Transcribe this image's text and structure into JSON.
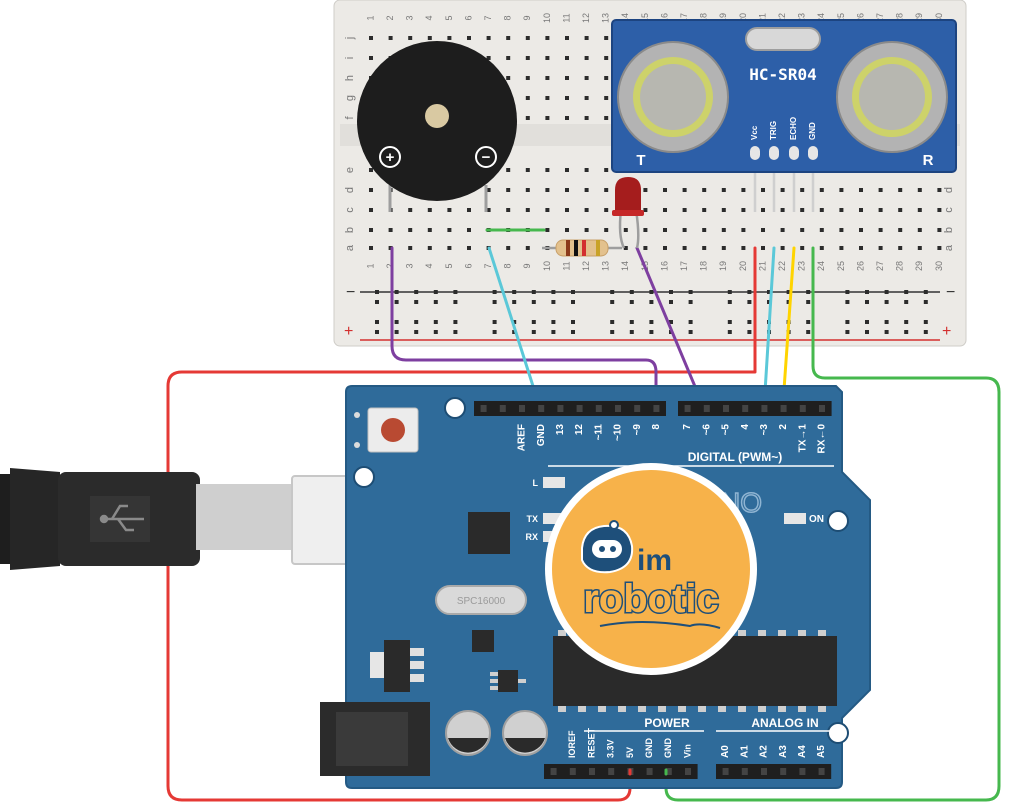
{
  "breadboard": {
    "row_letters_top": [
      "j",
      "i",
      "h",
      "g",
      "f"
    ],
    "row_letters_bottom": [
      "e",
      "d",
      "c",
      "b",
      "a"
    ],
    "column_numbers": [
      "1",
      "2",
      "3",
      "4",
      "5",
      "6",
      "7",
      "8",
      "9",
      "10",
      "11",
      "12",
      "13",
      "14",
      "15",
      "16",
      "17",
      "18",
      "19",
      "20",
      "21",
      "22",
      "23",
      "24",
      "25",
      "26",
      "27",
      "28",
      "29",
      "30"
    ],
    "rail_minus": "−",
    "rail_plus": "+"
  },
  "buzzer": {
    "plus_symbol": "+",
    "minus_symbol": "−"
  },
  "sensor": {
    "model": "HC-SR04",
    "pins": [
      "Vcc",
      "TRIG",
      "ECHO",
      "GND"
    ],
    "left_mark": "T",
    "right_mark": "R"
  },
  "arduino": {
    "header_labels": [
      "AREF",
      "GND",
      "13",
      "12",
      "~11",
      "~10",
      "~9",
      "8",
      "7",
      "~6",
      "~5",
      "4",
      "~3",
      "2",
      "TX→1",
      "RX←0"
    ],
    "digital_label": "DIGITAL (PWM~)",
    "led_l": "L",
    "led_tx": "TX",
    "led_rx": "RX",
    "on_label": "ON",
    "crystal_label": "SPC16000",
    "brand_partial": "UNO",
    "power_label": "POWER",
    "analog_label": "ANALOG IN",
    "power_pins": [
      "IOREF",
      "RESET",
      "3.3V",
      "5V",
      "GND",
      "GND",
      "Vin"
    ],
    "analog_pins": [
      "A0",
      "A1",
      "A2",
      "A3",
      "A4",
      "A5"
    ]
  },
  "logo": {
    "line1": "im",
    "line2": "robotic"
  },
  "colors": {
    "board_blue": "#2f6b9a",
    "wire_red": "#e53935",
    "wire_purple": "#7e3fa0",
    "wire_cyan": "#5bc8d8",
    "wire_yellow": "#ffd400",
    "wire_green": "#46b84e",
    "logo_orange": "#f7b24a",
    "sensor_blue": "#2d5fa8"
  }
}
